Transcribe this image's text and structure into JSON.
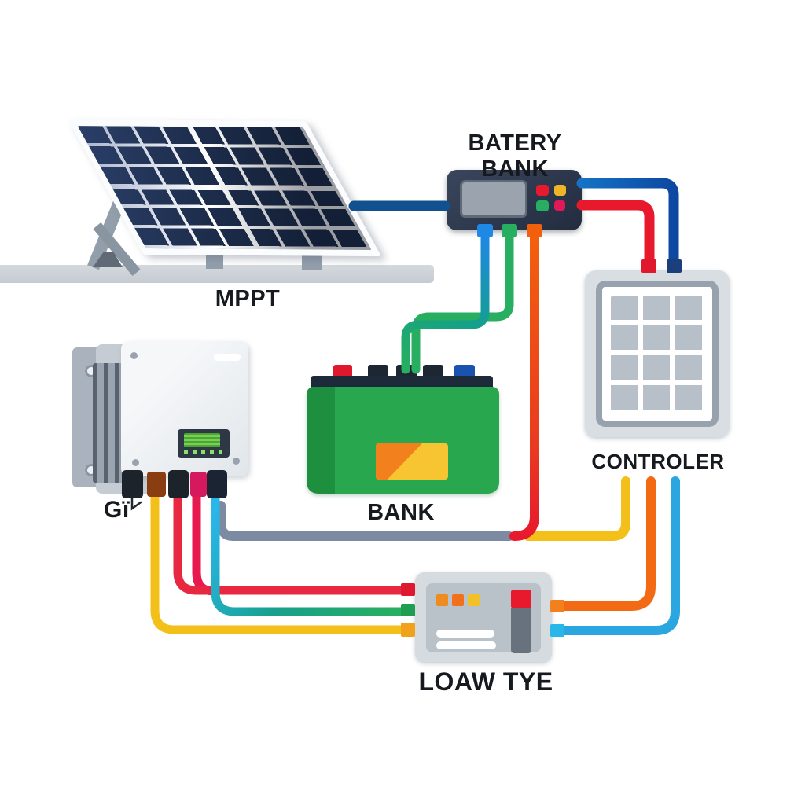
{
  "labels": {
    "battery_bank": "BATERY BANK",
    "mppt": "MPPT",
    "grid": "Gï",
    "bank": "BANK",
    "controller": "CONTROLER",
    "load": "LOAW TYE"
  },
  "colors": {
    "wire_panel_blue": "#11518f",
    "wire_blue": "#1e88e5",
    "wire_green": "#27ae60",
    "wire_orange": "#f2600d",
    "wire_red": "#e8192c",
    "wire_crimson": "#e8194f",
    "wire_yellow": "#f2c018",
    "wire_cyan": "#29b6e8",
    "wire_slate": "#7c8ba1",
    "battery_green": "#29a74e",
    "battery_label_yellow": "#f7c531",
    "device_dark": "#2b3648",
    "panel_cell_navy": "#1c2c4a",
    "ground_gray": "#cdd2d8"
  }
}
